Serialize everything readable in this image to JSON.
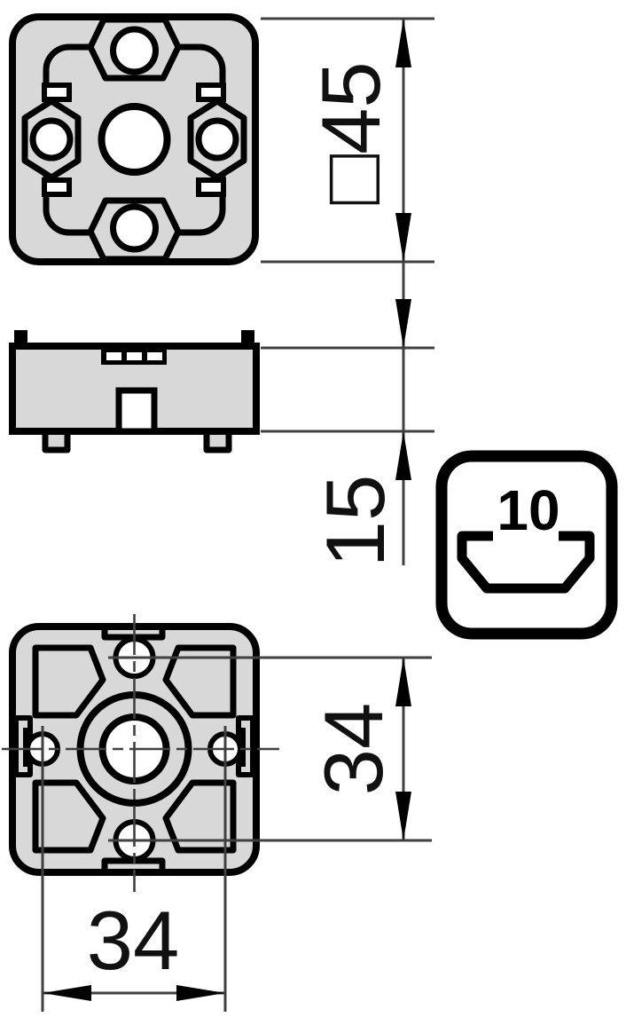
{
  "drawing": {
    "type": "technical-drawing-three-views",
    "dimensions": {
      "square_size": {
        "label": "□45",
        "value": 45,
        "prefix_symbol": "square"
      },
      "body_height": {
        "label": "15",
        "value": 15
      },
      "hole_spacing_vertical": {
        "label": "34",
        "value": 34
      },
      "hole_spacing_horizontal": {
        "label": "34",
        "value": 34
      }
    },
    "pictogram": {
      "groove_size_label": "10",
      "symbol": "groove-profile"
    }
  },
  "colors": {
    "background": "#ffffff",
    "part_fill": "#d8d8d8",
    "outline": "#000000",
    "thin_line": "#404040",
    "text": "#111111"
  }
}
